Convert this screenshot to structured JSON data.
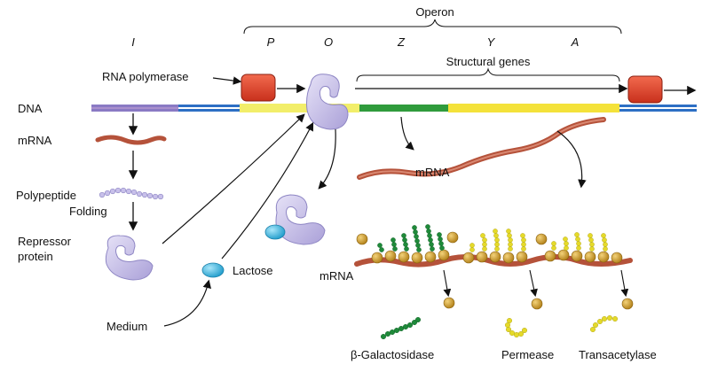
{
  "labels": {
    "operon": "Operon",
    "structural_genes": "Structural genes",
    "rna_polymerase": "RNA polymerase",
    "dna": "DNA",
    "mrna_left": "mRNA",
    "polypeptide": "Polypeptide",
    "folding": "Folding",
    "repressor_line1": "Repressor",
    "repressor_line2": "protein",
    "mrna_mid": "mRNA",
    "mrna_bottom": "mRNA",
    "lactose": "Lactose",
    "medium": "Medium",
    "beta_gal": "β-Galactosidase",
    "permease": "Permease",
    "transacetylase": "Transacetylase"
  },
  "genes": [
    "I",
    "P",
    "O",
    "Z",
    "Y",
    "A"
  ],
  "colors": {
    "dna_blue": "#2d6fc4",
    "promoter_yellow": "#f2ee6a",
    "z_green": "#2f9b3c",
    "ya_yellow": "#f4e23a",
    "i_purple": "#9b7cc4",
    "polymerase_red": "#e0402a",
    "repressor_lavender": "#c8c0ea",
    "lactose_cyan": "#39b6e3",
    "mrna_brown": "#b5523a",
    "ribosome_gold": "#c99a2a",
    "galactosidase_green": "#1f8a3a",
    "permease_yellow": "#e5da2a"
  }
}
